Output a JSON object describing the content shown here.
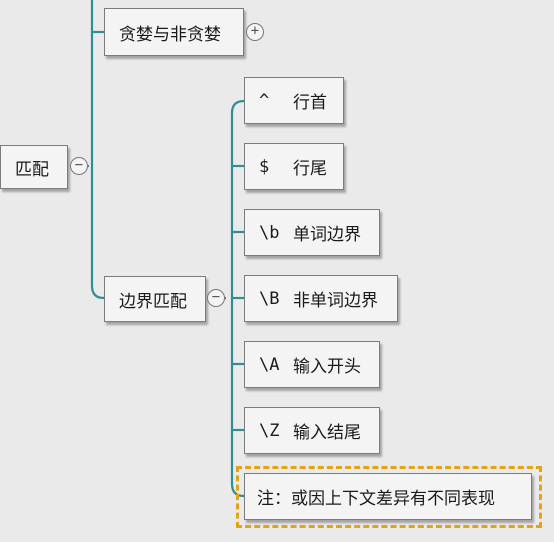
{
  "colors": {
    "connector": "#2f8f96",
    "highlight": "#e2a417"
  },
  "nodes": {
    "root": "匹配",
    "greedy": "贪婪与非贪婪",
    "boundary": "边界匹配"
  },
  "toggles": {
    "expand": "+",
    "collapse": "−"
  },
  "boundary_items": [
    {
      "symbol": "^",
      "label": "行首"
    },
    {
      "symbol": "$",
      "label": "行尾"
    },
    {
      "symbol": "\\b",
      "label": "单词边界"
    },
    {
      "symbol": "\\B",
      "label": "非单词边界"
    },
    {
      "symbol": "\\A",
      "label": "输入开头"
    },
    {
      "symbol": "\\Z",
      "label": "输入结尾"
    }
  ],
  "note": "注：或因上下文差异有不同表现"
}
